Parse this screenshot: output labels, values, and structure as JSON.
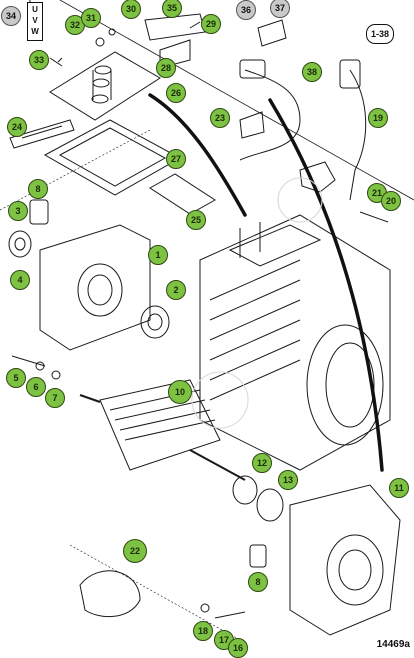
{
  "drawing": {
    "terminal_label": "U\nV\nW",
    "drawing_number": "14469a",
    "colors": {
      "callout_green": "#7dc242",
      "callout_gray": "#c9c9c9",
      "line": "#1a1a1a"
    }
  },
  "callouts": [
    {
      "id": "c34",
      "label": "34",
      "style": "gray"
    },
    {
      "id": "c33",
      "label": "33",
      "style": "green"
    },
    {
      "id": "c32",
      "label": "32",
      "style": "green"
    },
    {
      "id": "c31",
      "label": "31",
      "style": "green"
    },
    {
      "id": "c30",
      "label": "30",
      "style": "green"
    },
    {
      "id": "c35",
      "label": "35",
      "style": "green"
    },
    {
      "id": "c29",
      "label": "29",
      "style": "green"
    },
    {
      "id": "c36",
      "label": "36",
      "style": "gray"
    },
    {
      "id": "c37",
      "label": "37",
      "style": "gray"
    },
    {
      "id": "c138",
      "label": "1-38",
      "style": "white"
    },
    {
      "id": "c28",
      "label": "28",
      "style": "green"
    },
    {
      "id": "c26",
      "label": "26",
      "style": "green"
    },
    {
      "id": "c38",
      "label": "38",
      "style": "green"
    },
    {
      "id": "c23",
      "label": "23",
      "style": "green"
    },
    {
      "id": "c19",
      "label": "19",
      "style": "green"
    },
    {
      "id": "c24",
      "label": "24",
      "style": "green"
    },
    {
      "id": "c27",
      "label": "27",
      "style": "green"
    },
    {
      "id": "c25",
      "label": "25",
      "style": "green"
    },
    {
      "id": "c21",
      "label": "21",
      "style": "green"
    },
    {
      "id": "c20",
      "label": "20",
      "style": "green"
    },
    {
      "id": "c8a",
      "label": "8",
      "style": "green"
    },
    {
      "id": "c3",
      "label": "3",
      "style": "green"
    },
    {
      "id": "c4",
      "label": "4",
      "style": "green"
    },
    {
      "id": "c1",
      "label": "1",
      "style": "green"
    },
    {
      "id": "c2",
      "label": "2",
      "style": "green"
    },
    {
      "id": "c5",
      "label": "5",
      "style": "green"
    },
    {
      "id": "c6",
      "label": "6",
      "style": "green"
    },
    {
      "id": "c7",
      "label": "7",
      "style": "green"
    },
    {
      "id": "c10",
      "label": "10",
      "style": "green"
    },
    {
      "id": "c12",
      "label": "12",
      "style": "green"
    },
    {
      "id": "c13",
      "label": "13",
      "style": "green"
    },
    {
      "id": "c11",
      "label": "11",
      "style": "green"
    },
    {
      "id": "c22",
      "label": "22",
      "style": "green"
    },
    {
      "id": "c8b",
      "label": "8",
      "style": "green"
    },
    {
      "id": "c18",
      "label": "18",
      "style": "green"
    },
    {
      "id": "c17",
      "label": "17",
      "style": "green"
    },
    {
      "id": "c16",
      "label": "16",
      "style": "green"
    }
  ]
}
